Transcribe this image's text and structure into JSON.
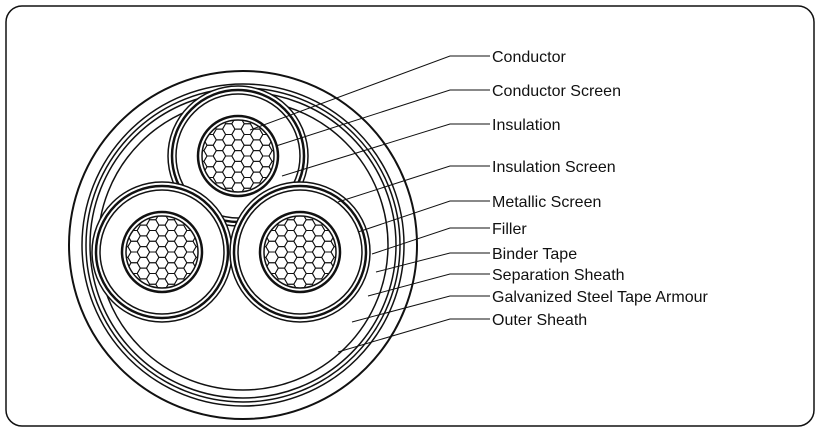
{
  "labels": [
    "Conductor",
    "Conductor Screen",
    "Insulation",
    "Insulation Screen",
    "Metallic Screen",
    "Filler",
    "Binder Tape",
    "Separation Sheath",
    "Galvanized Steel Tape Armour",
    "Outer Sheath"
  ],
  "colors": {
    "line": "#111111",
    "background": "#ffffff"
  }
}
